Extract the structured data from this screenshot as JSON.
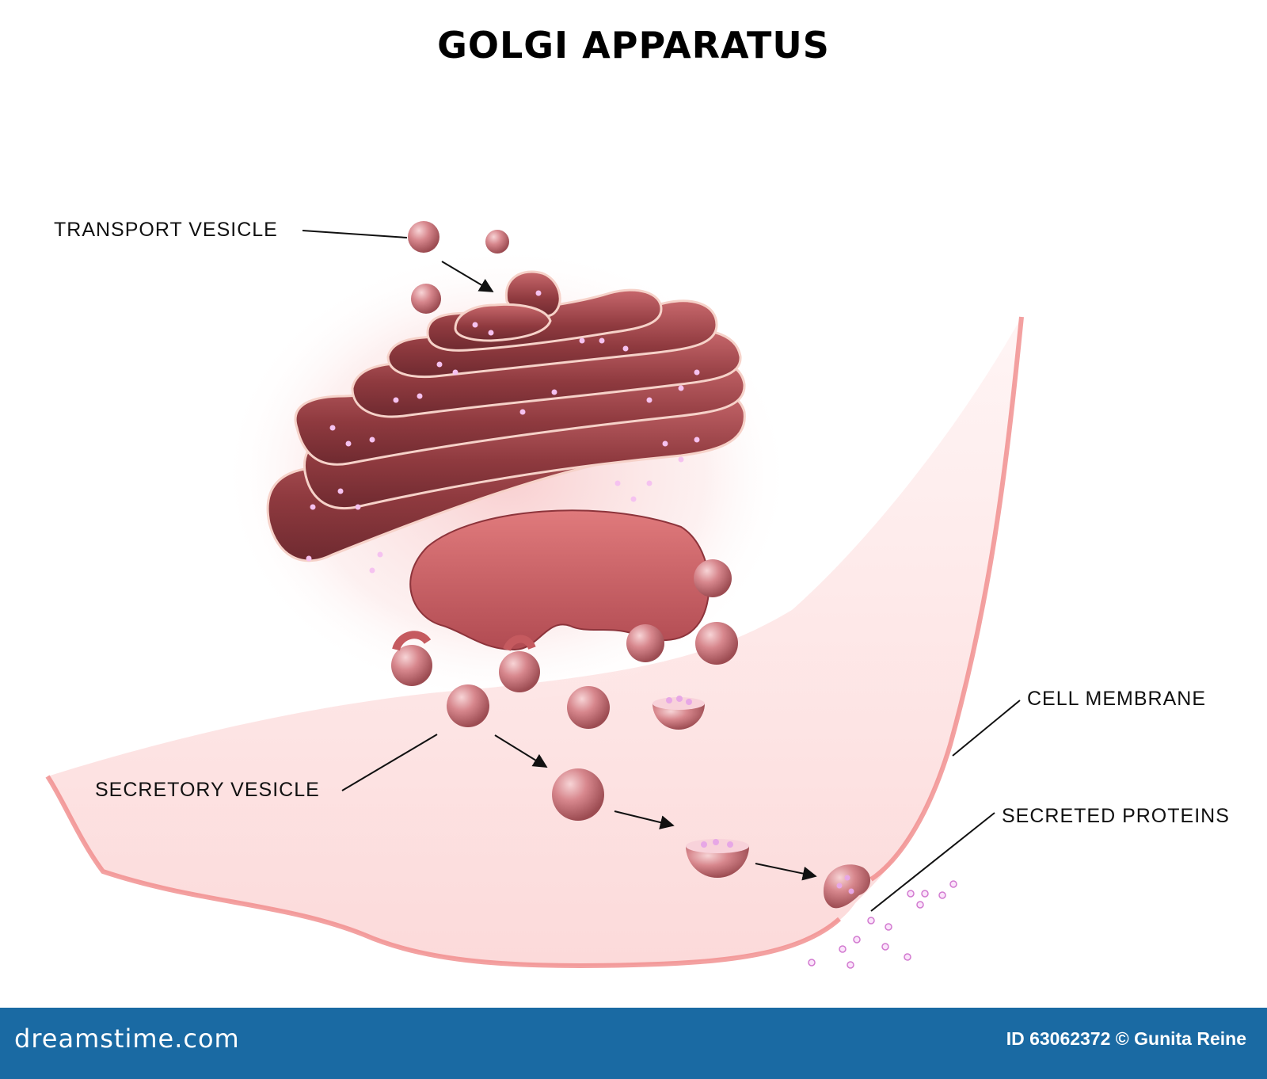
{
  "title": "GOLGI APPARATUS",
  "labels": {
    "transport_vesicle": "TRANSPORT VESICLE",
    "secretory_vesicle": "SECRETORY VESICLE",
    "cell_membrane": "CELL MEMBRANE",
    "secreted_proteins": "SECRETED PROTEINS"
  },
  "footer": {
    "brand": "dreamstime.com",
    "credit": "ID 63062372 © Gunita Reine"
  },
  "colors": {
    "cytoplasm": "#fde4e4",
    "membrane": "#f08a8a",
    "golgi": "#a8484c",
    "vesicle": "#d9898f",
    "protein": "#e7a7e6",
    "footer": "#1a6aa3"
  }
}
